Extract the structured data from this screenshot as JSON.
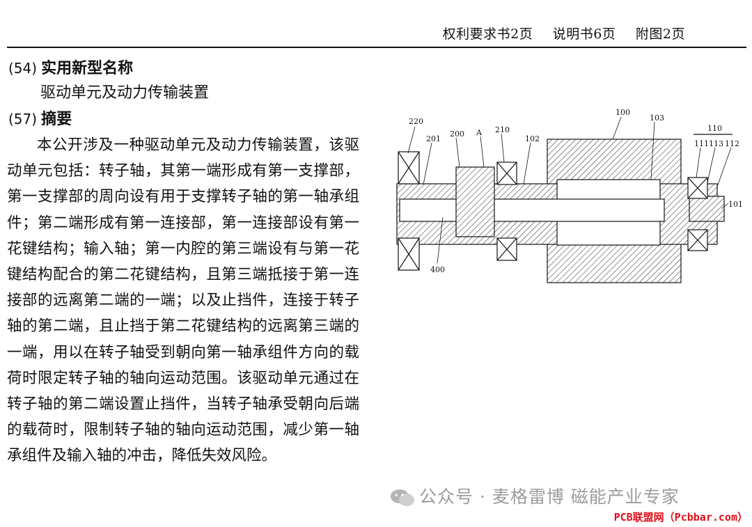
{
  "header": {
    "claims_pages": "权利要求书2页",
    "description_pages": "说明书6页",
    "drawings_pages": "附图2页"
  },
  "title_section": {
    "code": "(54)",
    "label": "实用新型名称",
    "value": "驱动单元及动力传输装置"
  },
  "abstract_section": {
    "code": "(57)",
    "label": "摘要",
    "text": "本公开涉及一种驱动单元及动力传输装置，该驱动单元包括：转子轴，其第一端形成有第一支撑部，第一支撑部的周向设有用于支撑转子轴的第一轴承组件；第二端形成有第一连接部，第一连接部设有第一花键结构；输入轴；第一内腔的第三端设有与第一花键结构配合的第二花键结构，且第三端抵接于第一连接部的远离第二端的一端；以及止挡件，连接于转子轴的第二端，且止挡于第二花键结构的远离第三端的一端，用以在转子轴受到朝向第一轴承组件方向的载荷时限定转子轴的轴向运动范围。该驱动单元通过在转子轴的第二端设置止挡件，当转子轴承受朝向后端的载荷时，限制转子轴的轴向运动范围，减少第一轴承组件及输入轴的冲击，降低失效风险。"
  },
  "figure": {
    "labels": {
      "l220": "220",
      "l201": "201",
      "l200": "200",
      "lA": "A",
      "l210": "210",
      "l102": "102",
      "l100": "100",
      "l103": "103",
      "l110": "110",
      "l111": "111",
      "l113": "113",
      "l112": "112",
      "l101": "101",
      "l400": "400"
    }
  },
  "watermark": {
    "text": "公众号 · 麦格雷博 磁能产业专家"
  },
  "footer": {
    "brand": "PCB联盟网（Pcbbar.com）"
  },
  "colors": {
    "text": "#111111",
    "watermark": "#9c9c9c",
    "brand_red": "#e0101a"
  }
}
